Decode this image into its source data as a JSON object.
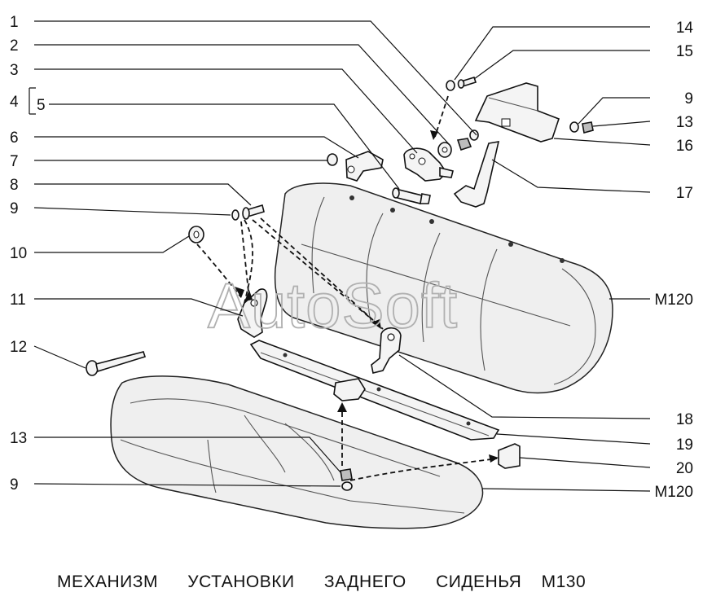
{
  "caption": {
    "w1": "МЕХАНИЗМ",
    "w2": "УСТАНОВКИ",
    "w3": "ЗАДНЕГО",
    "w4": "СИДЕНЬЯ",
    "model": "М130"
  },
  "watermark": "AutoSoft",
  "callouts": {
    "c1": "1",
    "c2": "2",
    "c3": "3",
    "c4": "4",
    "c5": "5",
    "c6": "6",
    "c7": "7",
    "c8": "8",
    "c9a": "9",
    "c10": "10",
    "c11": "11",
    "c12": "12",
    "c13a": "13",
    "c9b": "9",
    "c14": "14",
    "c15": "15",
    "c9c": "9",
    "c13b": "13",
    "c16": "16",
    "c17": "17",
    "m120a": "М120",
    "c18": "18",
    "c19": "19",
    "c20": "20",
    "m120b": "М120"
  }
}
